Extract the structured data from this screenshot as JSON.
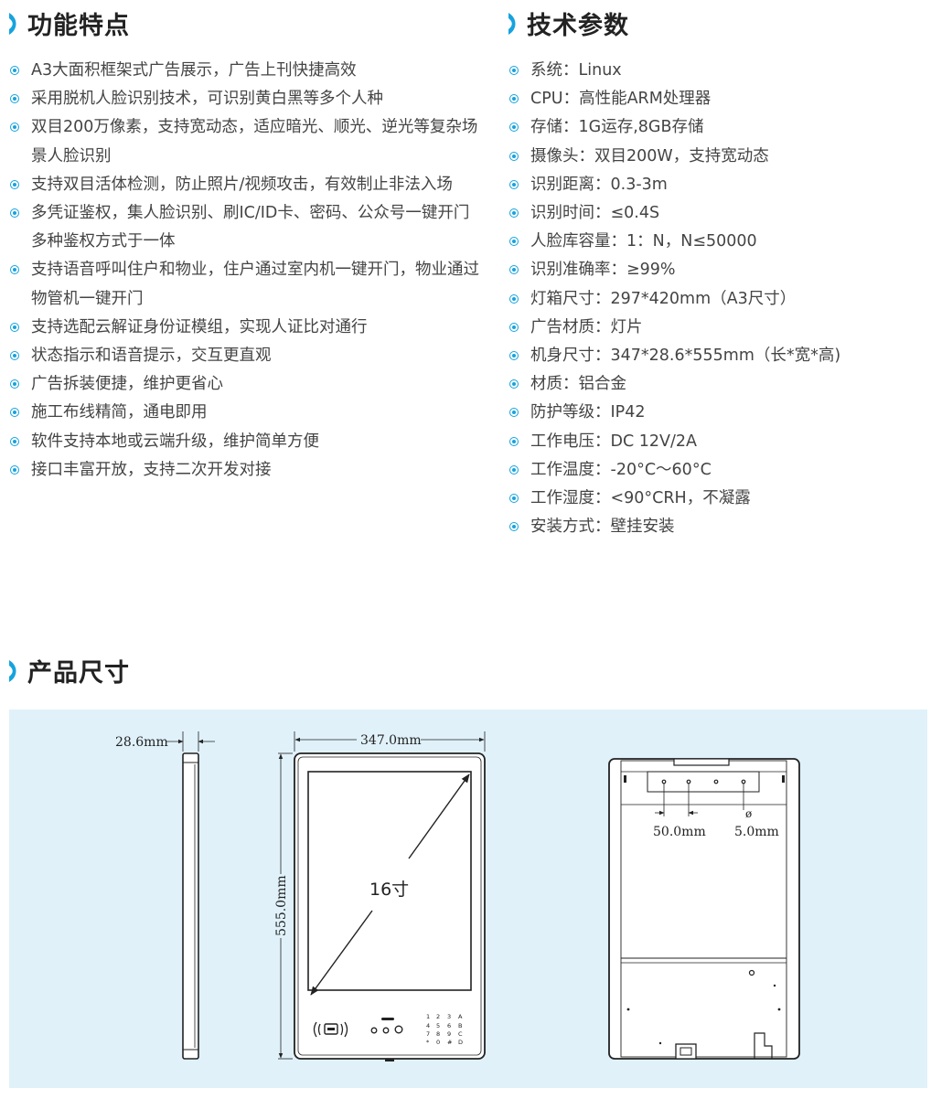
{
  "features": {
    "title": "功能特点",
    "items": [
      "A3大面积框架式广告展示，广告上刊快捷高效",
      "采用脱机人脸识别技术，可识别黄白黑等多个人种",
      "双目200万像素，支持宽动态，适应暗光、顺光、逆光等复杂场景人脸识别",
      "支持双目活体检测，防止照片/视频攻击，有效制止非法入场",
      "多凭证鉴权，集人脸识别、刷IC/ID卡、密码、公众号一键开门多种鉴权方式于一体",
      "支持语音呼叫住户和物业，住户通过室内机一键开门，物业通过物管机一键开门",
      "支持选配云解证身份证模组，实现人证比对通行",
      "状态指示和语音提示，交互更直观",
      "广告拆装便捷，维护更省心",
      "施工布线精简，通电即用",
      "软件支持本地或云端升级，维护简单方便",
      "接口丰富开放，支持二次开发对接"
    ]
  },
  "specs": {
    "title": "技术参数",
    "items": [
      "系统：Linux",
      "CPU：高性能ARM处理器",
      "存储：1G运存,8GB存储",
      "摄像头：双目200W，支持宽动态",
      "识别距离：0.3-3m",
      "识别时间：≤0.4S",
      "人脸库容量：1：N，N≤50000",
      "识别准确率：≥99%",
      "灯箱尺寸：297*420mm（A3尺寸）",
      "广告材质：灯片",
      "机身尺寸：347*28.6*555mm（长*宽*高)",
      "材质：铝合金",
      "防护等级：IP42",
      "工作电压：DC 12V/2A",
      "工作温度：-20°C～60°C",
      "工作湿度：<90°CRH，不凝露",
      "安装方式：壁挂安装"
    ]
  },
  "dimensions": {
    "title": "产品尺寸",
    "depth_label": "28.6mm",
    "width_label": "347.0mm",
    "height_label": "555.0mm",
    "screen_label": "16寸",
    "hole_spacing_label": "50.0mm",
    "hole_diameter_label": "5.0mm",
    "hole_symbol": "ø"
  },
  "colors": {
    "accent": "#16a3de",
    "panel_bg": "#e0f1fa",
    "heading": "#222222",
    "body_text": "#444444"
  }
}
